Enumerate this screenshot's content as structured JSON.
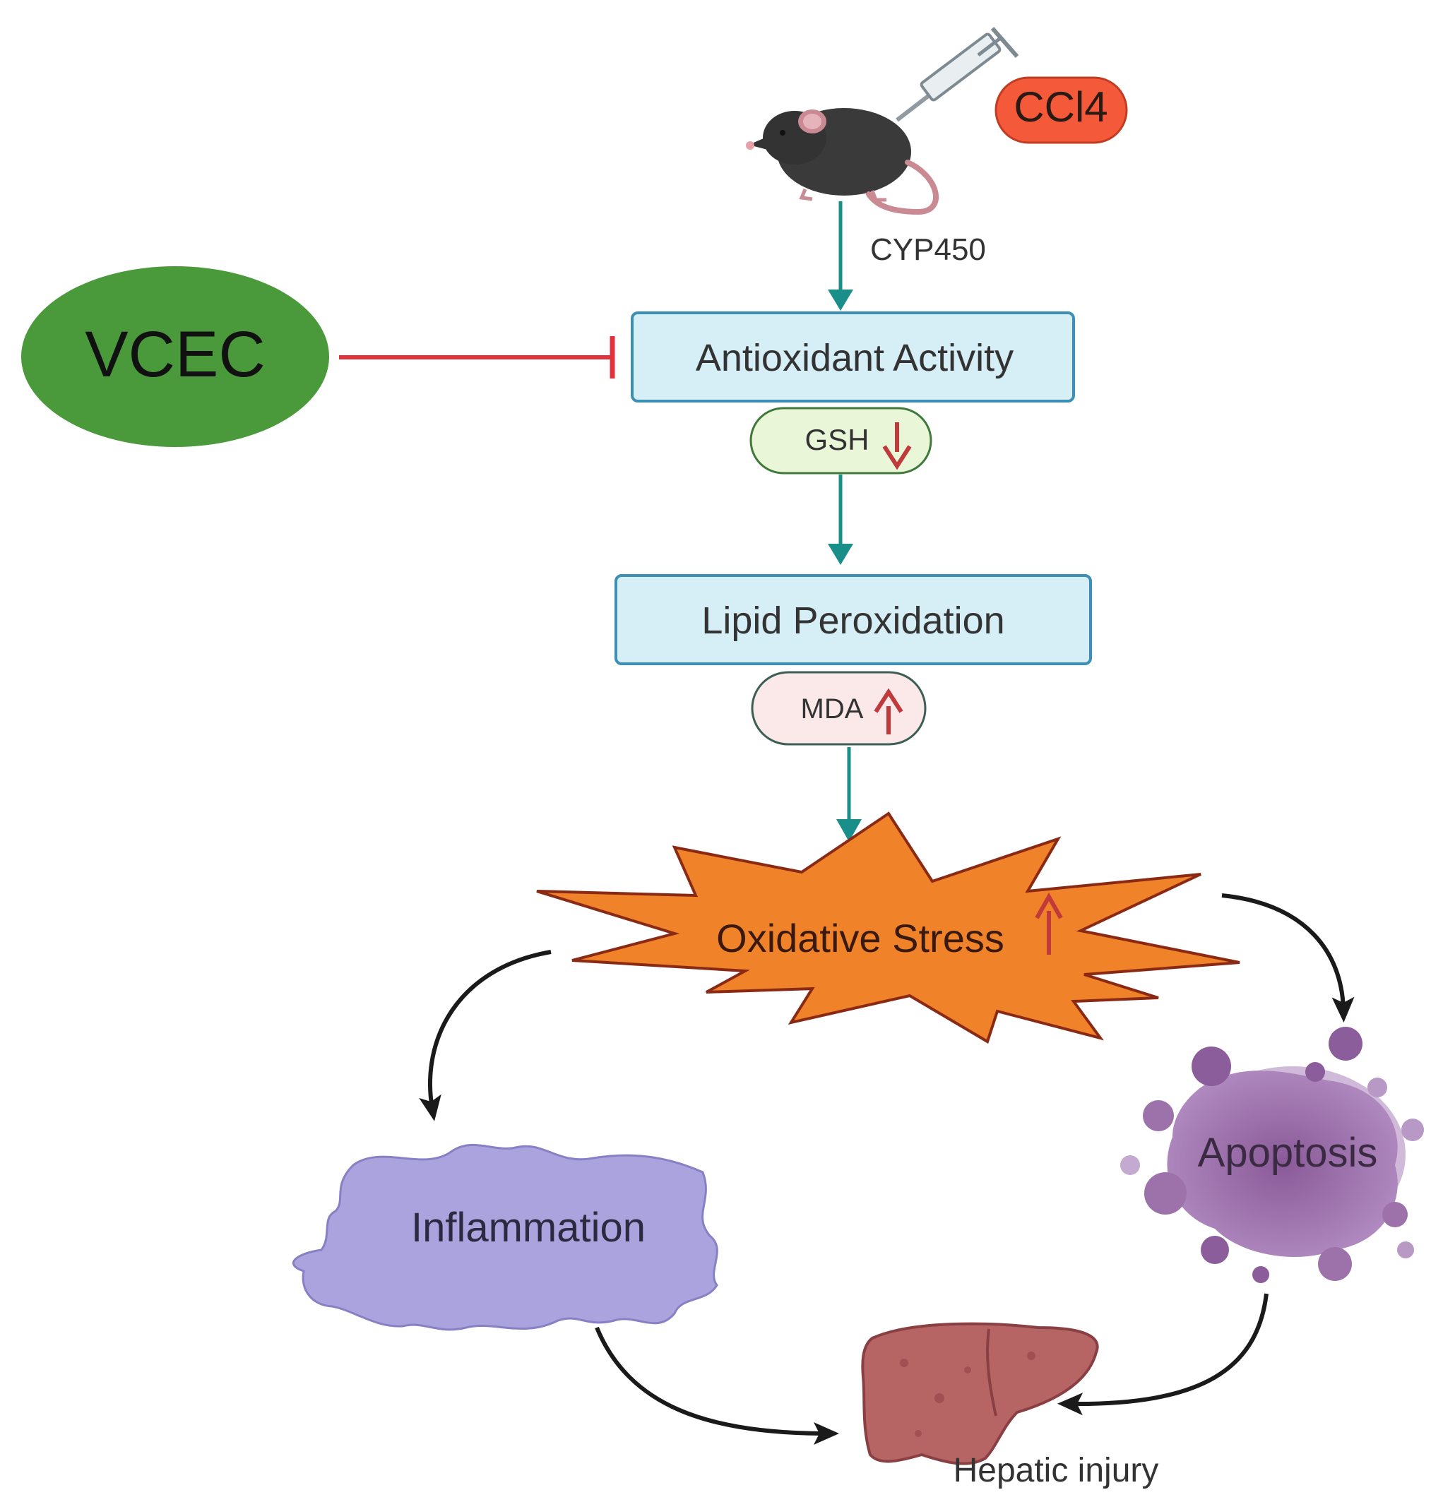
{
  "diagram": {
    "nodes": {
      "ccl4": "CCl4",
      "cyp450": "CYP450",
      "vcec": "VCEC",
      "antioxidant": "Antioxidant Activity",
      "gsh": "GSH",
      "lipid": "Lipid Peroxidation",
      "mda": "MDA",
      "oxidative_stress": "Oxidative Stress",
      "inflammation": "Inflammation",
      "apoptosis": "Apoptosis",
      "hepatic_injury": "Hepatic injury"
    },
    "icons": {
      "mouse": "mouse-icon",
      "syringe": "syringe-icon",
      "liver": "liver-icon",
      "down_arrow": "decrease-arrow-icon",
      "up_arrow": "increase-arrow-icon"
    },
    "colors": {
      "vcec_green": "#4a9a3c",
      "ccl4_red": "#f4593a",
      "box_fill": "#d6eef6",
      "box_stroke": "#3d8fb5",
      "teal_arrow": "#1a8f8a",
      "inhibit_red": "#e0323c",
      "starburst": "#f0822a",
      "inflammation_fill": "#aaa3dd",
      "apoptosis_fill": "#9b6aa5",
      "liver_fill": "#b76465"
    }
  }
}
